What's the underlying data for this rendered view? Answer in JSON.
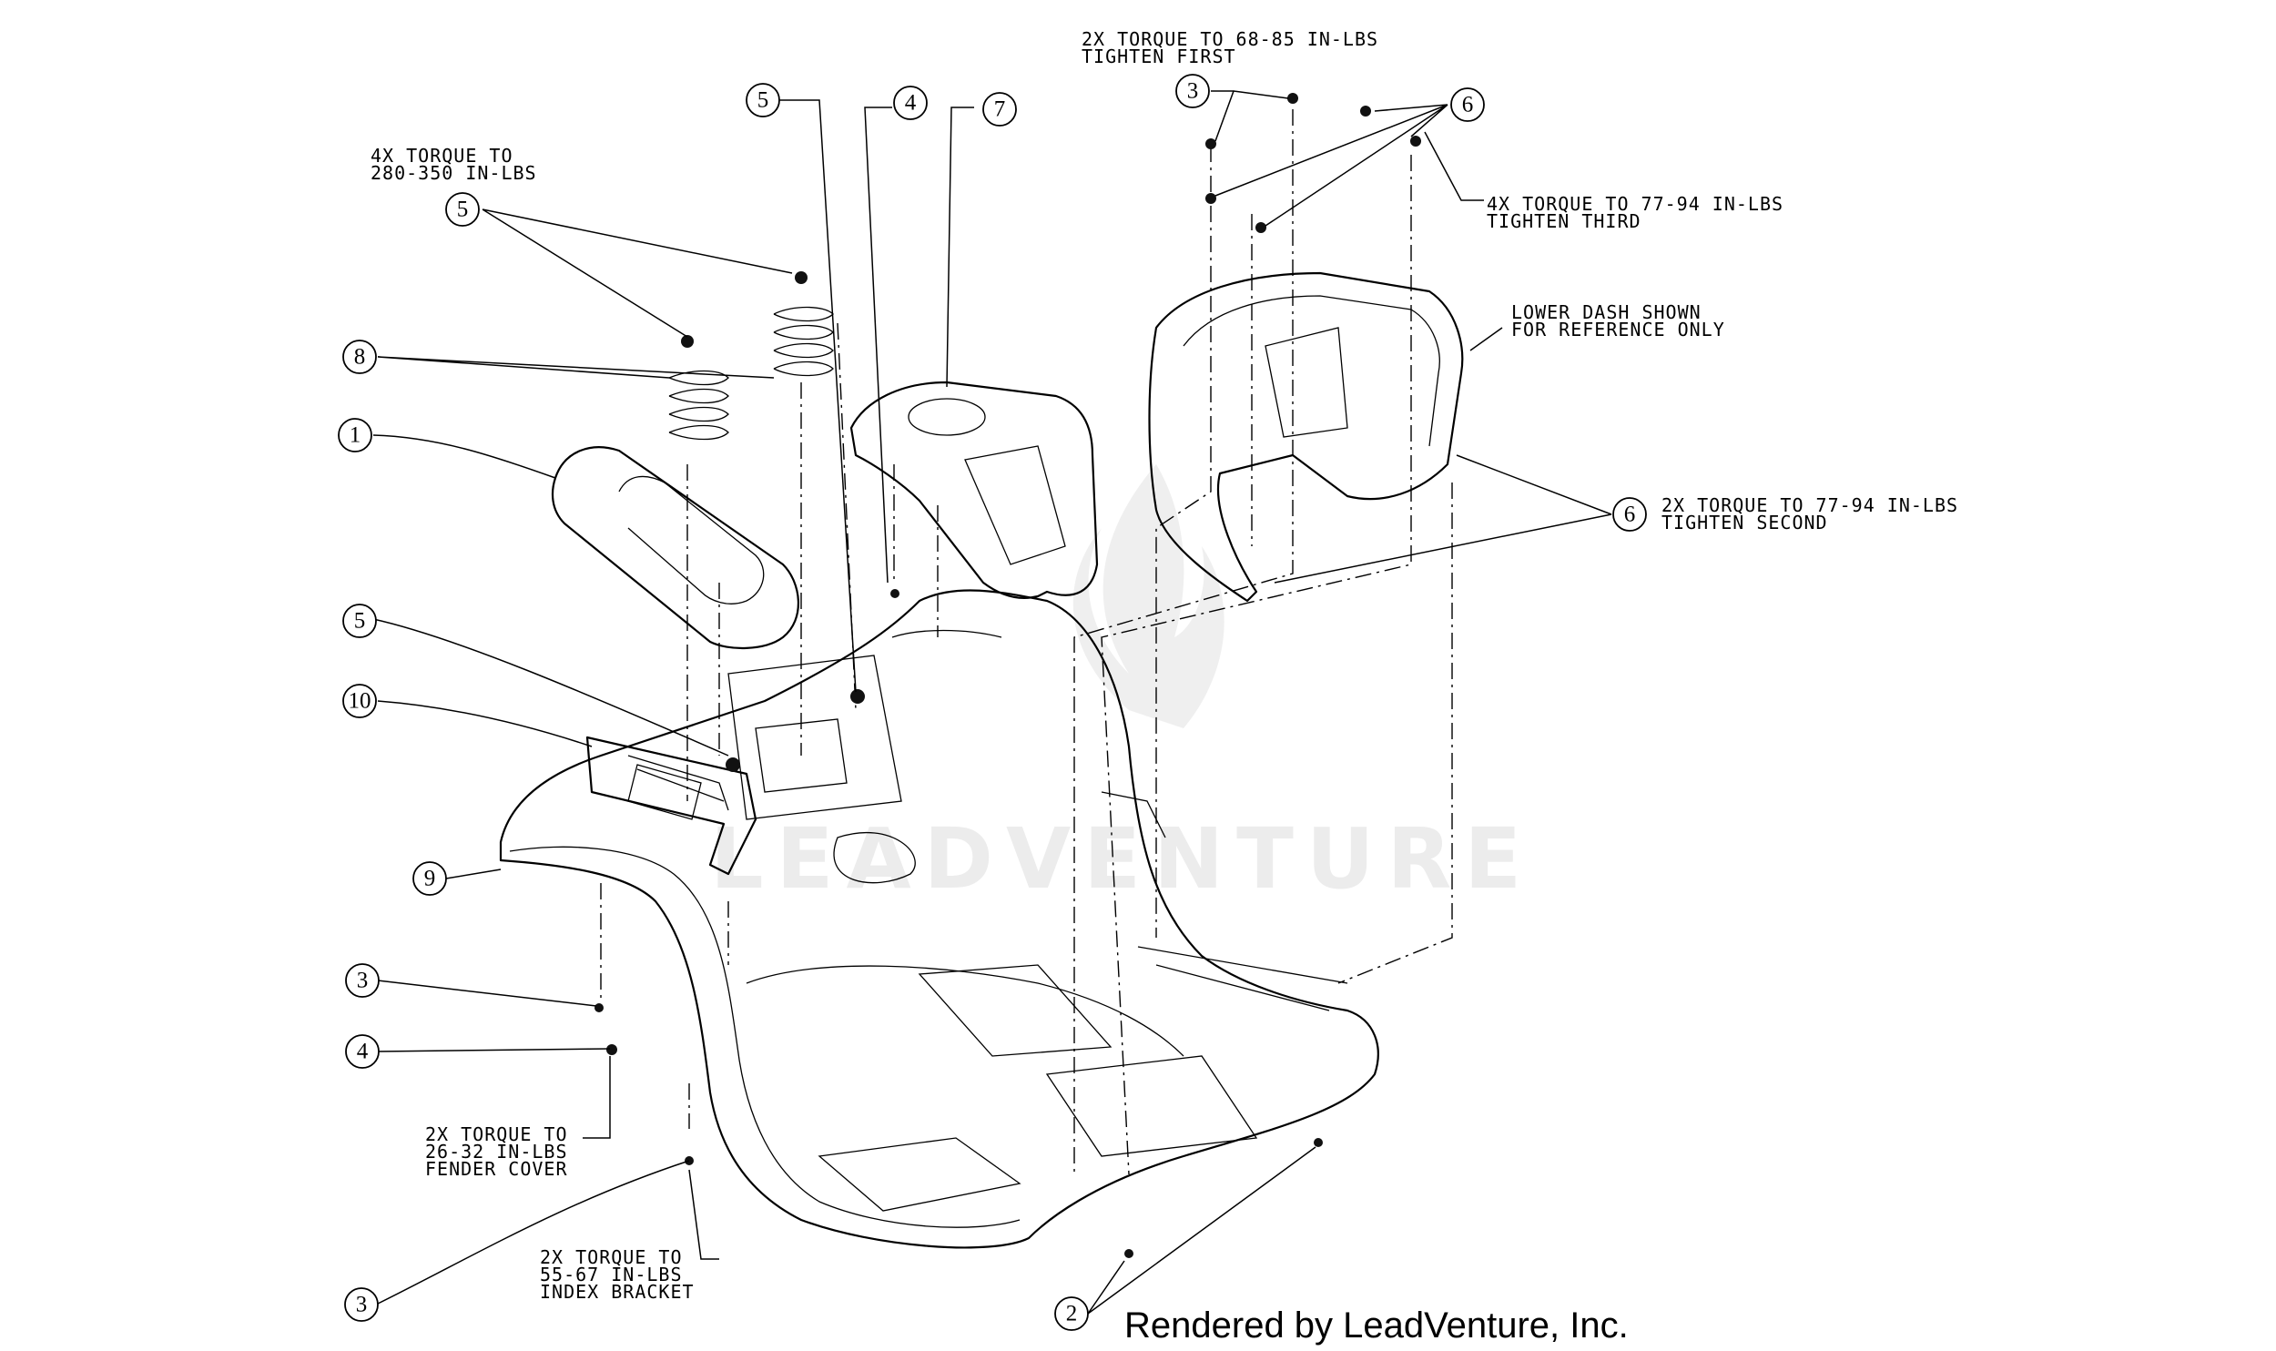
{
  "callouts": [
    {
      "num": "5"
    },
    {
      "num": "4"
    },
    {
      "num": "7"
    },
    {
      "num": "3"
    },
    {
      "num": "6"
    },
    {
      "num": "5"
    },
    {
      "num": "8"
    },
    {
      "num": "1"
    },
    {
      "num": "5"
    },
    {
      "num": "10"
    },
    {
      "num": "6"
    },
    {
      "num": "9"
    },
    {
      "num": "3"
    },
    {
      "num": "4"
    },
    {
      "num": "3"
    },
    {
      "num": "2"
    }
  ],
  "notes": {
    "torque_68_85": [
      "2X TORQUE TO 68-85 IN-LBS",
      "TIGHTEN FIRST"
    ],
    "torque_280_350": [
      "4X TORQUE TO",
      "280-350 IN-LBS"
    ],
    "torque_77_94_third": [
      "4X TORQUE TO 77-94 IN-LBS",
      "TIGHTEN THIRD"
    ],
    "lower_dash": [
      "LOWER DASH SHOWN",
      "FOR REFERENCE ONLY"
    ],
    "torque_77_94_second": [
      "2X TORQUE TO 77-94 IN-LBS",
      "TIGHTEN SECOND"
    ],
    "torque_26_32": [
      "2X TORQUE TO",
      "26-32 IN-LBS",
      "FENDER COVER"
    ],
    "torque_55_67": [
      "2X TORQUE TO",
      "55-67 IN-LBS",
      "INDEX BRACKET"
    ]
  },
  "watermark": "LEADVENTURE",
  "footer": "Rendered by LeadVenture, Inc."
}
